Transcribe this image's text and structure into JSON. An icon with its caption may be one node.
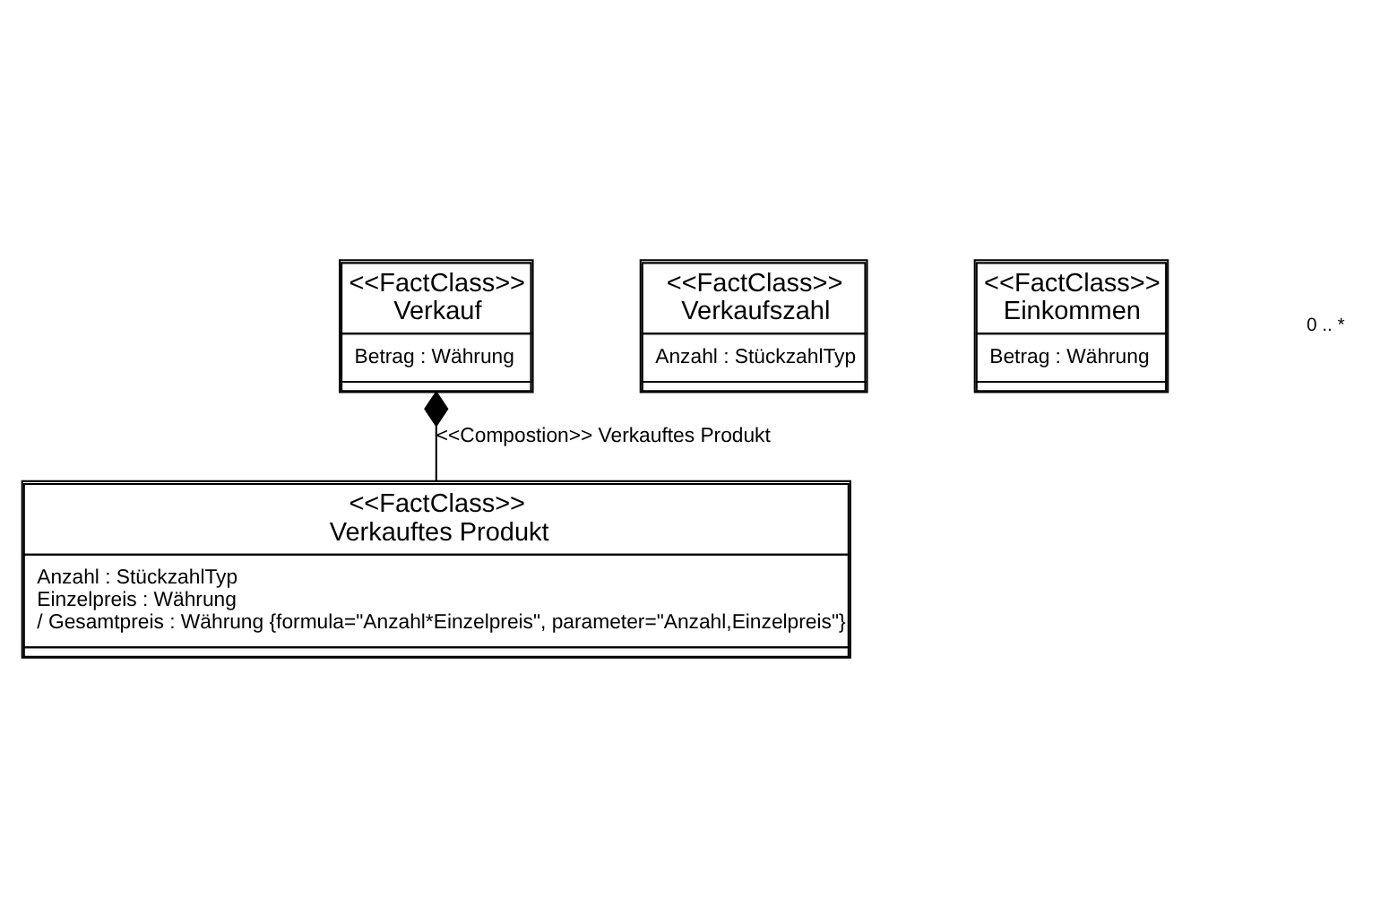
{
  "diagram": {
    "nodes": [
      {
        "text": [
          "<<FactClass>>",
          "Verkauf",
          "Betrag : Währung"
        ]
      },
      {
        "text": [
          "<<FactClass>>",
          "Verkaufszahl",
          "Anzahl : StückzahlTyp"
        ]
      },
      {
        "text": [
          "<<FactClass>>",
          "Verkauftes Produkt",
          "Anzahl : StückzahlTyp",
          "Einzelpreis : Währung",
          "/ Gesamtpreis : Währung {formula=\"Anzahl*Einzelpreis\", parameter=\"Anzahl,Einzelpreis\"}"
        ]
      },
      {
        "text": [
          "<<FactClass>>",
          "Einkommen",
          "Betrag : Währung"
        ]
      }
    ],
    "edges": [
      {
        "from": 0,
        "to": 2,
        "arrow": "other",
        "label": "<<Compostion>> Verkauftes Produkt"
      }
    ],
    "labels": [
      "0 .. *"
    ]
  }
}
